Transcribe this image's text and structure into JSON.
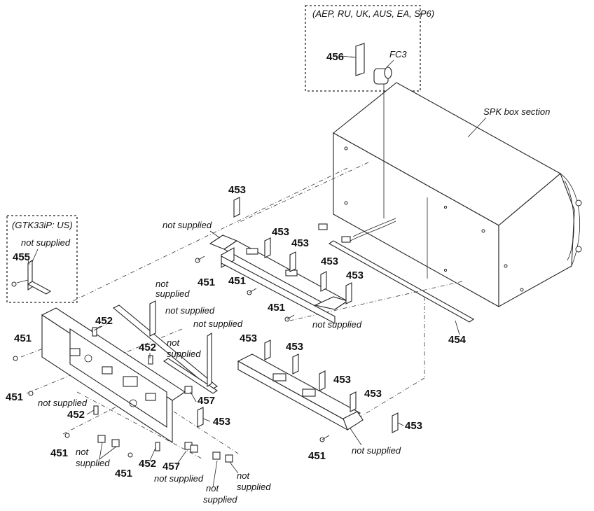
{
  "regions": {
    "fc3_variant": "(AEP, RU, UK, AUS, EA, SP6)",
    "gtk_variant": "(GTK33iP: US)"
  },
  "labels": {
    "fc3": "FC3",
    "spk_box": "SPK box section",
    "not_supplied": "not supplied",
    "not": "not",
    "supplied": "supplied"
  },
  "parts": {
    "p451": "451",
    "p452": "452",
    "p453": "453",
    "p454": "454",
    "p455": "455",
    "p456": "456",
    "p457": "457"
  }
}
